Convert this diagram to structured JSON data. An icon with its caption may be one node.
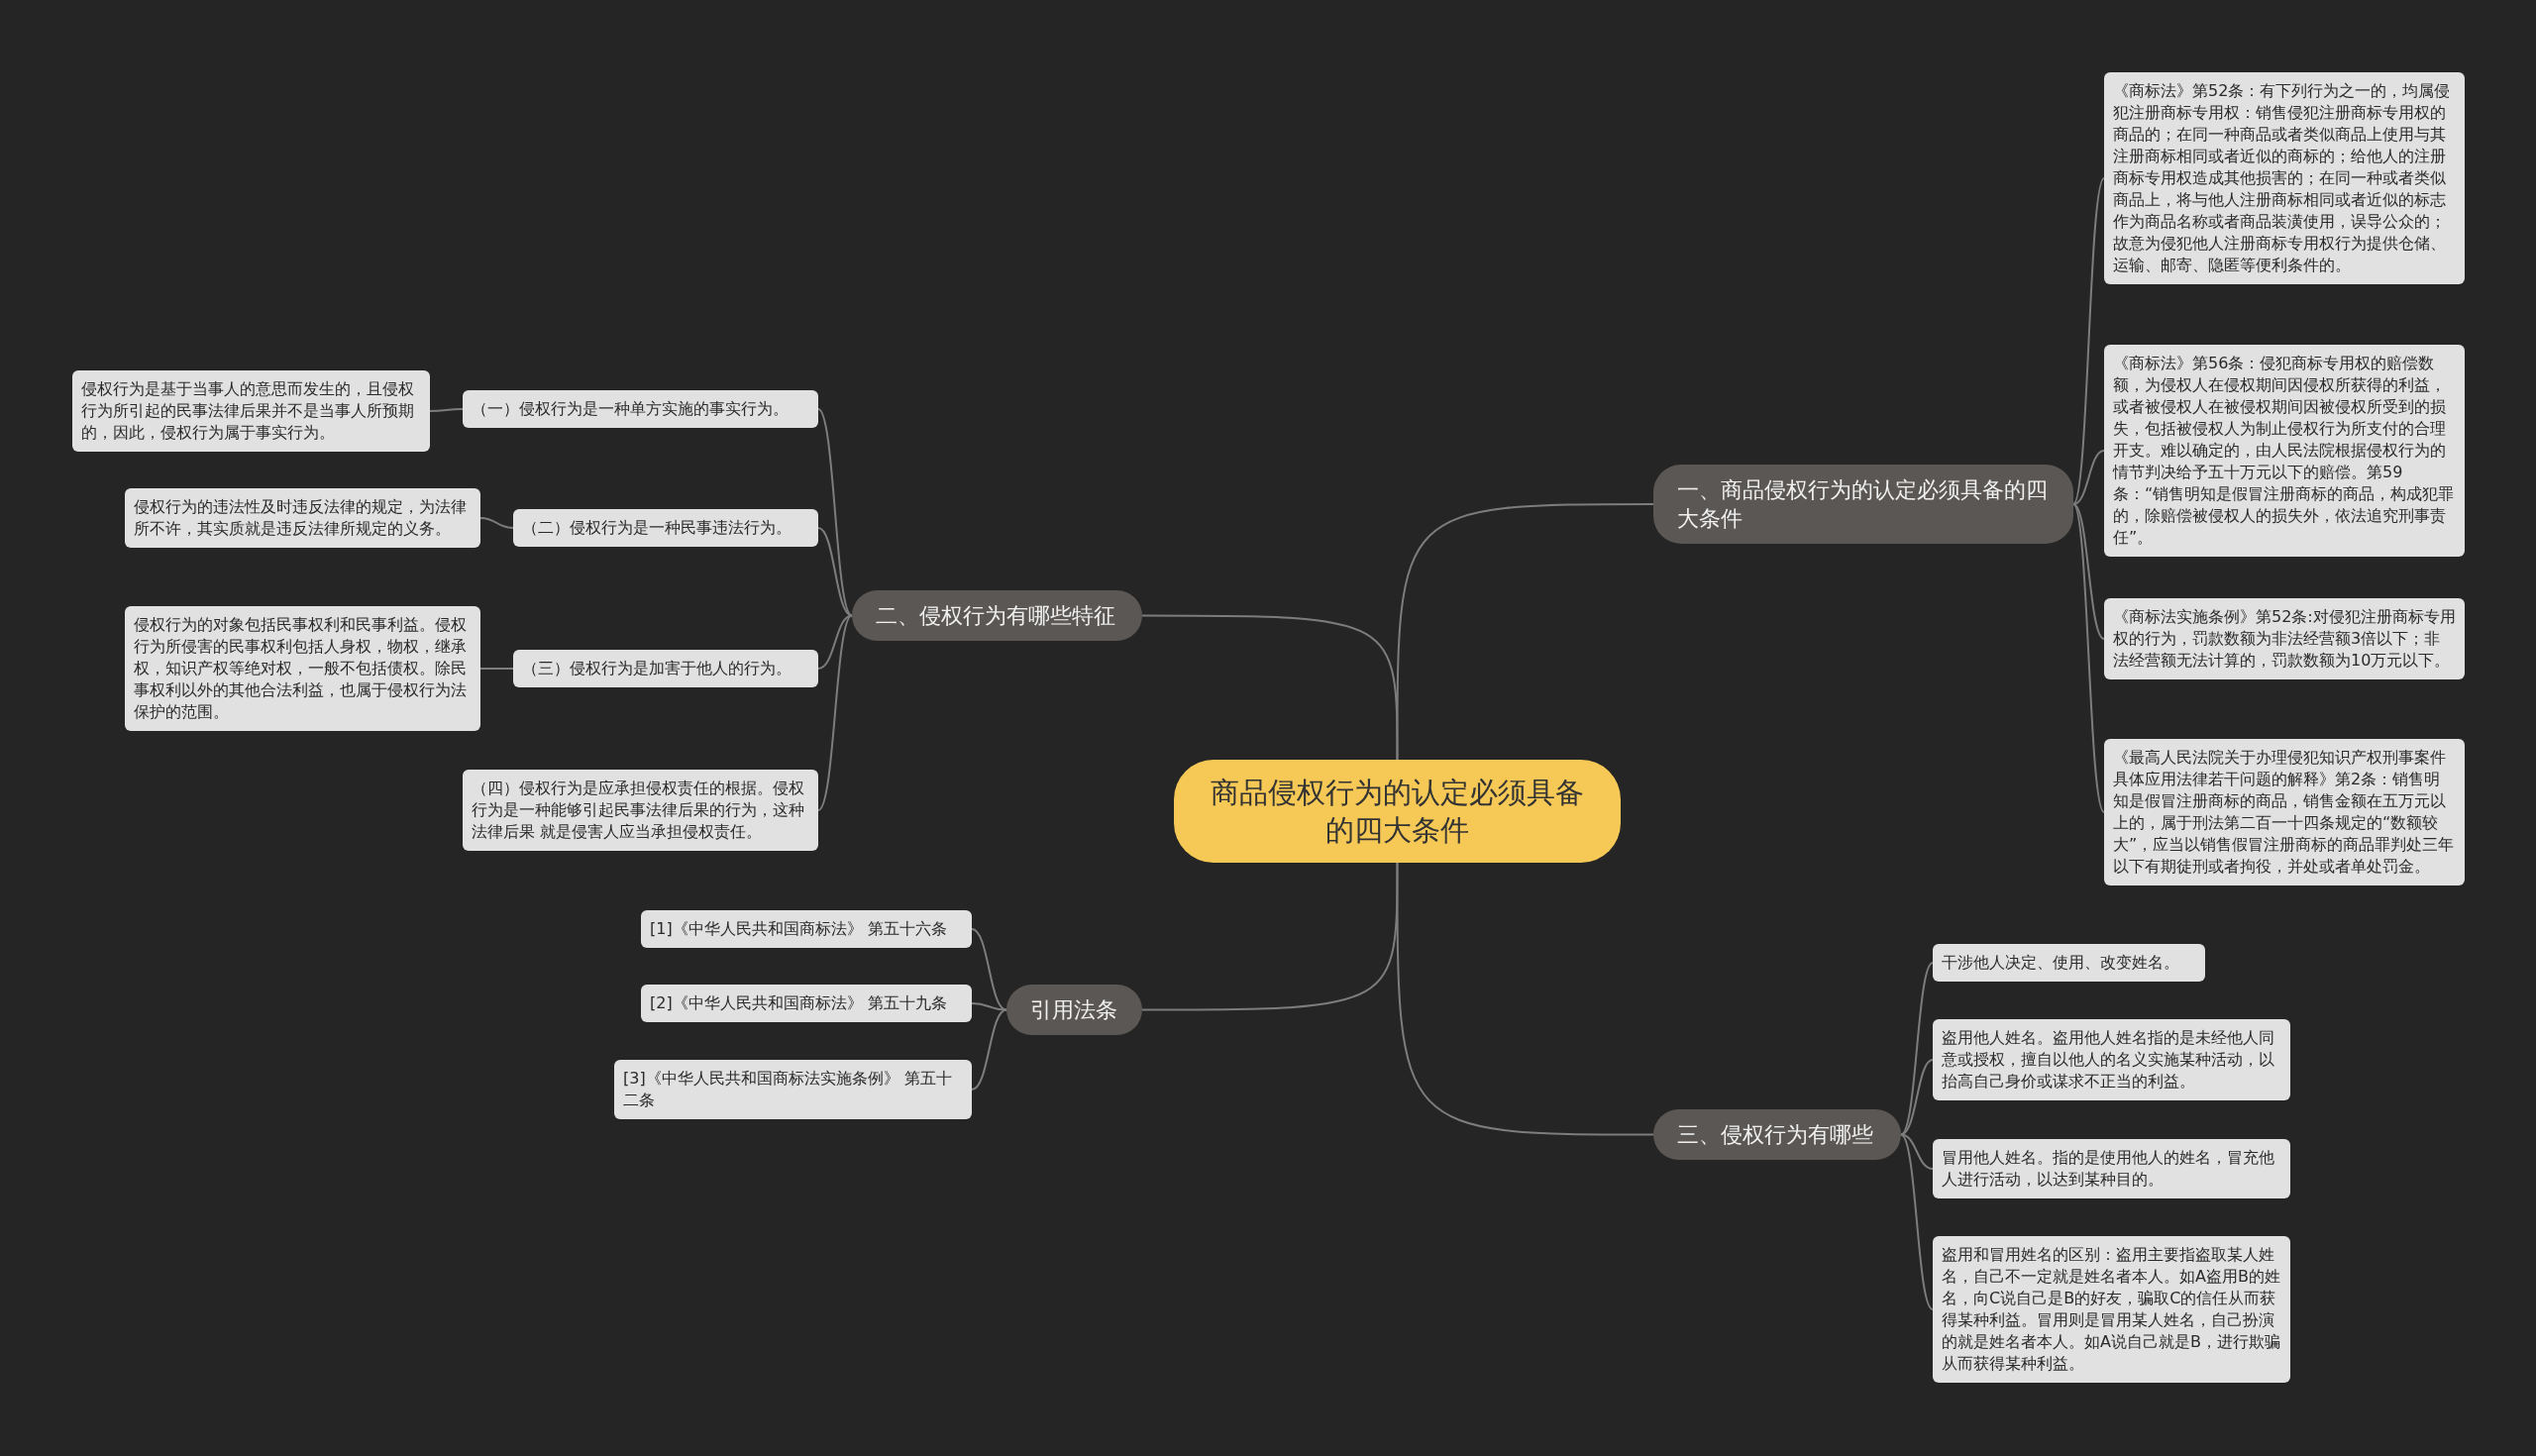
{
  "diagram": {
    "nodes": [
      {
        "text": [
          "商品侵权行为的认定必须具备的四大条件"
        ]
      },
      {
        "text": [
          "一、商品侵权行为的认定必须具备的四大条件"
        ]
      },
      {
        "text": [
          "《商标法》第52条：有下列行为之一的，均属侵犯注册商标专用权：销售侵犯注册商标专用权的商品的；在同一种商品或者类似商品上使用与其注册商标相同或者近似的商标的；给他人的注册商标专用权造成其他损害的；在同一种或者类似商品上，将与他人注册商标相同或者近似的标志作为商品名称或者商品装潢使用，误导公众的；故意为侵犯他人注册商标专用权行为提供仓储、运输、邮寄、隐匿等便利条件的。"
        ]
      },
      {
        "text": [
          "《商标法》第56条：侵犯商标专用权的赔偿数额，为侵权人在侵权期间因侵权所获得的利益，或者被侵权人在被侵权期间因被侵权所受到的损失，包括被侵权人为制止侵权行为所支付的合理开支。难以确定的，由人民法院根据侵权行为的情节判决给予五十万元以下的赔偿。第59条：“销售明知是假冒注册商标的商品，构成犯罪的，除赔偿被侵权人的损失外，依法追究刑事责任”。"
        ]
      },
      {
        "text": [
          "《商标法实施条例》第52条:对侵犯注册商标专用权的行为，罚款数额为非法经营额3倍以下；非法经营额无法计算的，罚款数额为10万元以下。"
        ]
      },
      {
        "text": [
          "《最高人民法院关于办理侵犯知识产权刑事案件具体应用法律若干问题的解释》第2条：销售明知是假冒注册商标的商品，销售金额在五万元以上的，属于刑法第二百一十四条规定的“数额较大”，应当以销售假冒注册商标的商品罪判处三年以下有期徒刑或者拘役，并处或者单处罚金。"
        ]
      },
      {
        "text": [
          "二、侵权行为有哪些特征"
        ]
      },
      {
        "text": [
          "（一）侵权行为是一种单方实施的事实行为。"
        ]
      },
      {
        "text": [
          "侵权行为是基于当事人的意思而发生的，且侵权行为所引起的民事法律后果并不是当事人所预期的，因此，侵权行为属于事实行为。"
        ]
      },
      {
        "text": [
          "（二）侵权行为是一种民事违法行为。"
        ]
      },
      {
        "text": [
          "侵权行为的违法性及时违反法律的规定，为法律所不许，其实质就是违反法律所规定的义务。"
        ]
      },
      {
        "text": [
          "（三）侵权行为是加害于他人的行为。"
        ]
      },
      {
        "text": [
          "侵权行为的对象包括民事权利和民事利益。侵权行为所侵害的民事权利包括人身权，物权，继承权，知识产权等绝对权，一般不包括债权。除民事权利以外的其他合法利益，也属于侵权行为法保护的范围。"
        ]
      },
      {
        "text": [
          "（四）侵权行为是应承担侵权责任的根据。侵权行为是一种能够引起民事法律后果的行为，这种法律后果 就是侵害人应当承担侵权责任。"
        ]
      },
      {
        "text": [
          "引用法条"
        ]
      },
      {
        "text": [
          "[1]《中华人民共和国商标法》 第五十六条"
        ]
      },
      {
        "text": [
          "[2]《中华人民共和国商标法》 第五十九条"
        ]
      },
      {
        "text": [
          "[3]《中华人民共和国商标法实施条例》 第五十二条"
        ]
      },
      {
        "text": [
          "三、侵权行为有哪些"
        ]
      },
      {
        "text": [
          "干涉他人决定、使用、改变姓名。"
        ]
      },
      {
        "text": [
          "盗用他人姓名。盗用他人姓名指的是未经他人同意或授权，擅自以他人的名义实施某种活动，以抬高自己身价或谋求不正当的利益。"
        ]
      },
      {
        "text": [
          "冒用他人姓名。指的是使用他人的姓名，冒充他人进行活动，以达到某种目的。"
        ]
      },
      {
        "text": [
          "盗用和冒用姓名的区别：盗用主要指盗取某人姓名，自己不一定就是姓名者本人。如A盗用B的姓名，向C说自己是B的好友，骗取C的信任从而获得某种利益。冒用则是冒用某人姓名，自己扮演的就是姓名者本人。如A说自己就是B，进行欺骗从而获得某种利益。"
        ]
      }
    ],
    "edges": [
      {
        "from": 0,
        "to": 1,
        "arrow": "none"
      },
      {
        "from": 1,
        "to": 2,
        "arrow": "none"
      },
      {
        "from": 1,
        "to": 3,
        "arrow": "none"
      },
      {
        "from": 1,
        "to": 4,
        "arrow": "none"
      },
      {
        "from": 1,
        "to": 5,
        "arrow": "none"
      },
      {
        "from": 0,
        "to": 6,
        "arrow": "none"
      },
      {
        "from": 6,
        "to": 7,
        "arrow": "none"
      },
      {
        "from": 7,
        "to": 8,
        "arrow": "none"
      },
      {
        "from": 6,
        "to": 9,
        "arrow": "none"
      },
      {
        "from": 9,
        "to": 10,
        "arrow": "none"
      },
      {
        "from": 6,
        "to": 11,
        "arrow": "none"
      },
      {
        "from": 11,
        "to": 12,
        "arrow": "none"
      },
      {
        "from": 6,
        "to": 13,
        "arrow": "none"
      },
      {
        "from": 0,
        "to": 14,
        "arrow": "none"
      },
      {
        "from": 14,
        "to": 15,
        "arrow": "none"
      },
      {
        "from": 14,
        "to": 16,
        "arrow": "none"
      },
      {
        "from": 14,
        "to": 17,
        "arrow": "none"
      },
      {
        "from": 0,
        "to": 18,
        "arrow": "none"
      },
      {
        "from": 18,
        "to": 19,
        "arrow": "none"
      },
      {
        "from": 18,
        "to": 20,
        "arrow": "none"
      },
      {
        "from": 18,
        "to": 21,
        "arrow": "none"
      },
      {
        "from": 18,
        "to": 22,
        "arrow": "none"
      }
    ]
  }
}
